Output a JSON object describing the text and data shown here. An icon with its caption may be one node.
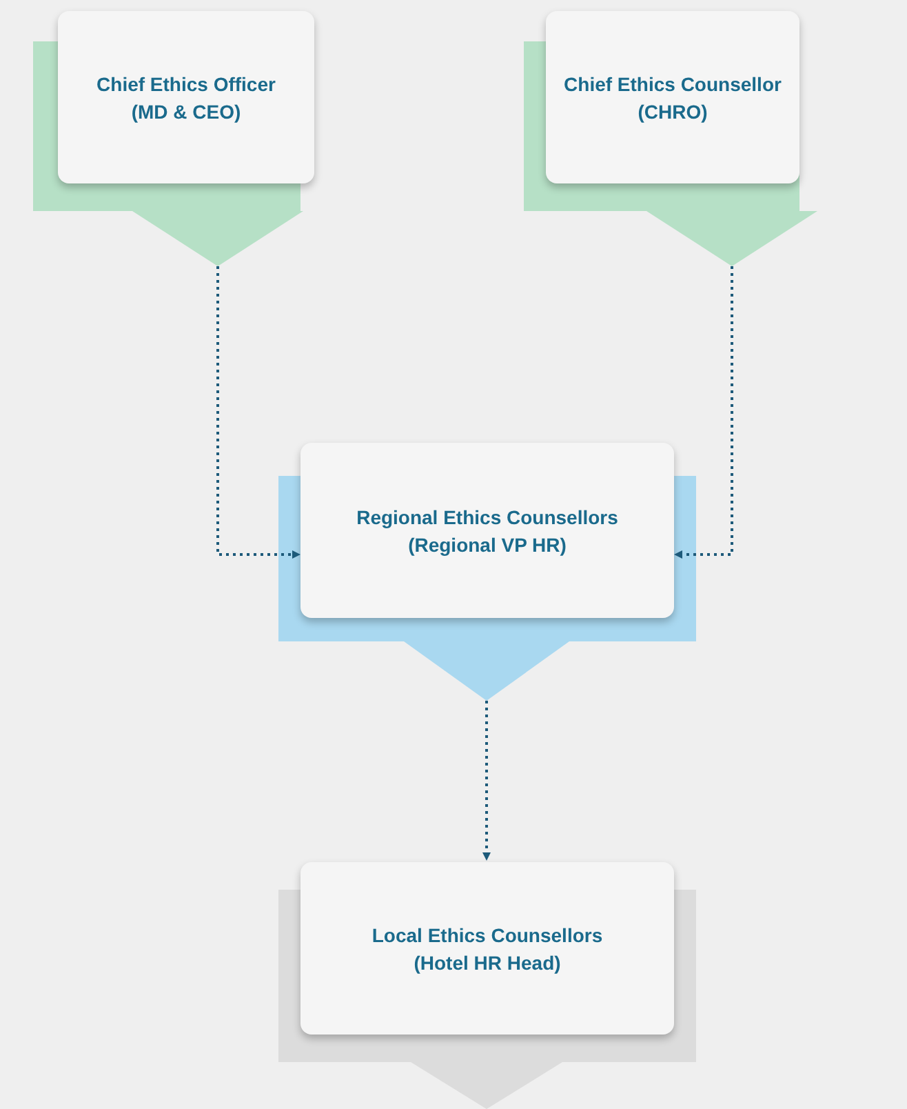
{
  "diagram": {
    "nodes": [
      {
        "text": [
          "Chief Ethics Officer",
          "(MD & CEO)"
        ]
      },
      {
        "text": [
          "Chief Ethics Counsellor",
          "(CHRO)"
        ]
      },
      {
        "text": [
          "Regional Ethics Counsellors",
          "(Regional VP HR)"
        ]
      },
      {
        "text": [
          "Local Ethics Counsellors",
          "(Hotel HR Head)"
        ]
      }
    ],
    "edges": [
      {
        "from": 0,
        "to": 2,
        "arrow": "to",
        "style": "dashed"
      },
      {
        "from": 1,
        "to": 2,
        "arrow": "to",
        "style": "dashed"
      },
      {
        "from": 2,
        "to": 3,
        "arrow": "to",
        "style": "dashed"
      }
    ]
  }
}
